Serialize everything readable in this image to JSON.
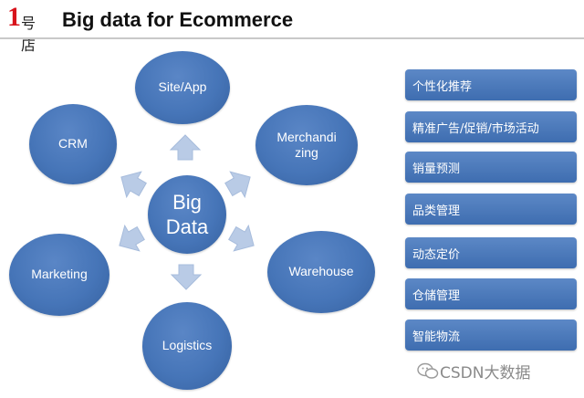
{
  "header": {
    "logo_text": "1号店",
    "logo_one": "1",
    "logo_rest": "号店",
    "title": "Big data for Ecommerce"
  },
  "diagram": {
    "center": {
      "line1": "Big",
      "line2": "Data"
    },
    "nodes": {
      "site_app": "Site/App",
      "crm": "CRM",
      "merchandizing_1": "Merchandi",
      "merchandizing_2": "zing",
      "marketing": "Marketing",
      "warehouse": "Warehouse",
      "logistics": "Logistics"
    },
    "colors": {
      "node": "#4675b8",
      "arrow": "#b9cbe6",
      "tag": "#4a78b8"
    }
  },
  "tags": [
    "个性化推荐",
    "精准广告/促销/市场活动",
    "销量预测",
    "品类管理",
    "动态定价",
    "仓储管理",
    "智能物流"
  ],
  "watermark": "CSDN大数据"
}
